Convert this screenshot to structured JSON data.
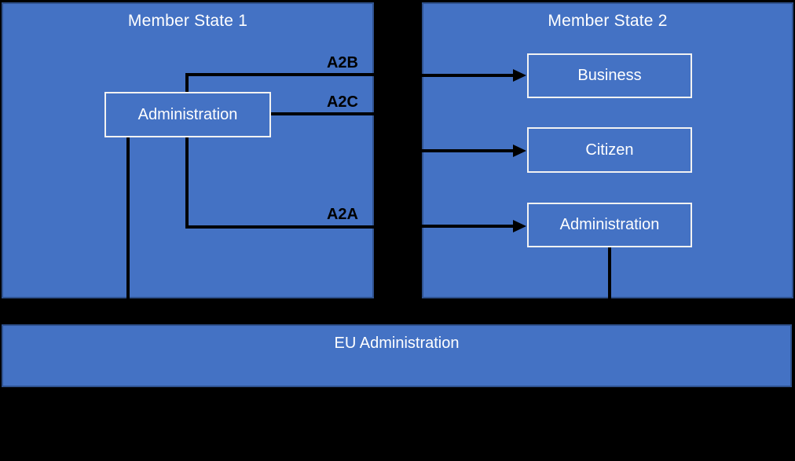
{
  "colors": {
    "background": "#000000",
    "panel_fill": "#4472C4",
    "panel_border": "#2F528F",
    "node_border": "#F2F2F2",
    "text": "#FFFFFF",
    "connector": "#000000"
  },
  "member_state_1": {
    "title": "Member State 1",
    "admin_label": "Administration"
  },
  "member_state_2": {
    "title": "Member State 2",
    "business_label": "Business",
    "citizen_label": "Citizen",
    "admin_label": "Administration"
  },
  "eu": {
    "label": "EU Administration"
  },
  "edge_labels": {
    "a2b": "A2B",
    "a2c": "A2C",
    "a2a": "A2A"
  }
}
